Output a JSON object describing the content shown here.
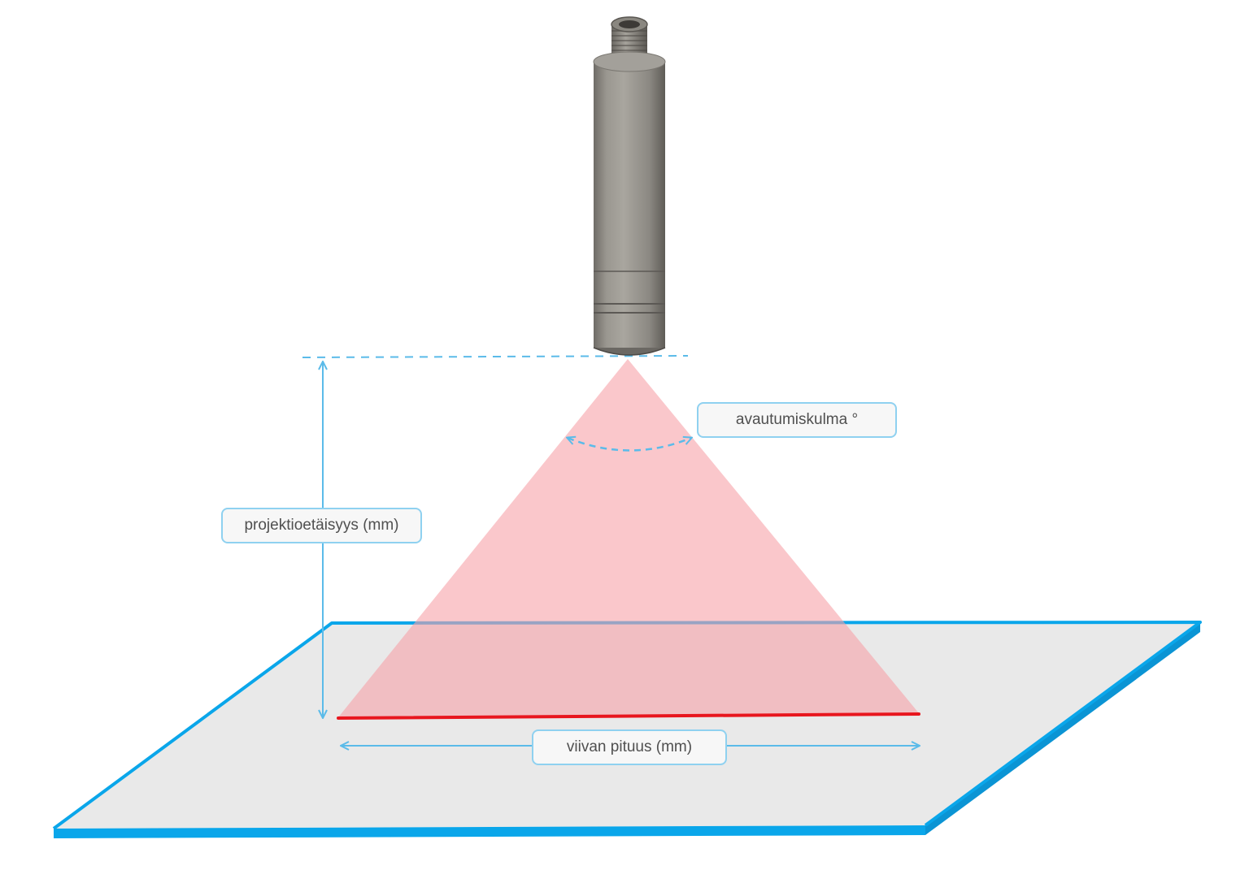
{
  "labels": {
    "opening_angle": "avautumiskulma °",
    "projection_distance": "projektioetäisyys (mm)",
    "line_length": "viivan pituus (mm)"
  },
  "colors": {
    "dimension_lines": "#5bbbe9",
    "surface_edge": "#0aa6ea",
    "surface_fill": "#e9e9e9",
    "laser_fan": "#f8a5aa",
    "laser_line": "#e8161e",
    "device_body": "#8f8c86"
  },
  "icons": {
    "device": "laser-line-projector-icon"
  }
}
